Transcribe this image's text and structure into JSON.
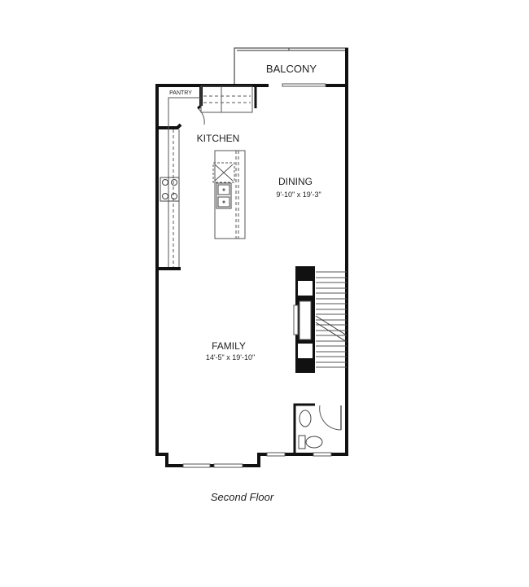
{
  "plan": {
    "rooms": [
      {
        "name": "BALCONY",
        "dims": ""
      },
      {
        "name": "PANTRY",
        "dims": ""
      },
      {
        "name": "KITCHEN",
        "dims": ""
      },
      {
        "name": "DINING",
        "dims": "9'-10\" x 19'-3\""
      },
      {
        "name": "FAMILY",
        "dims": "14'-5\" x 19'-10\""
      }
    ],
    "caption": "Second Floor",
    "colors": {
      "wall": "#111111",
      "line": "#555555"
    }
  }
}
